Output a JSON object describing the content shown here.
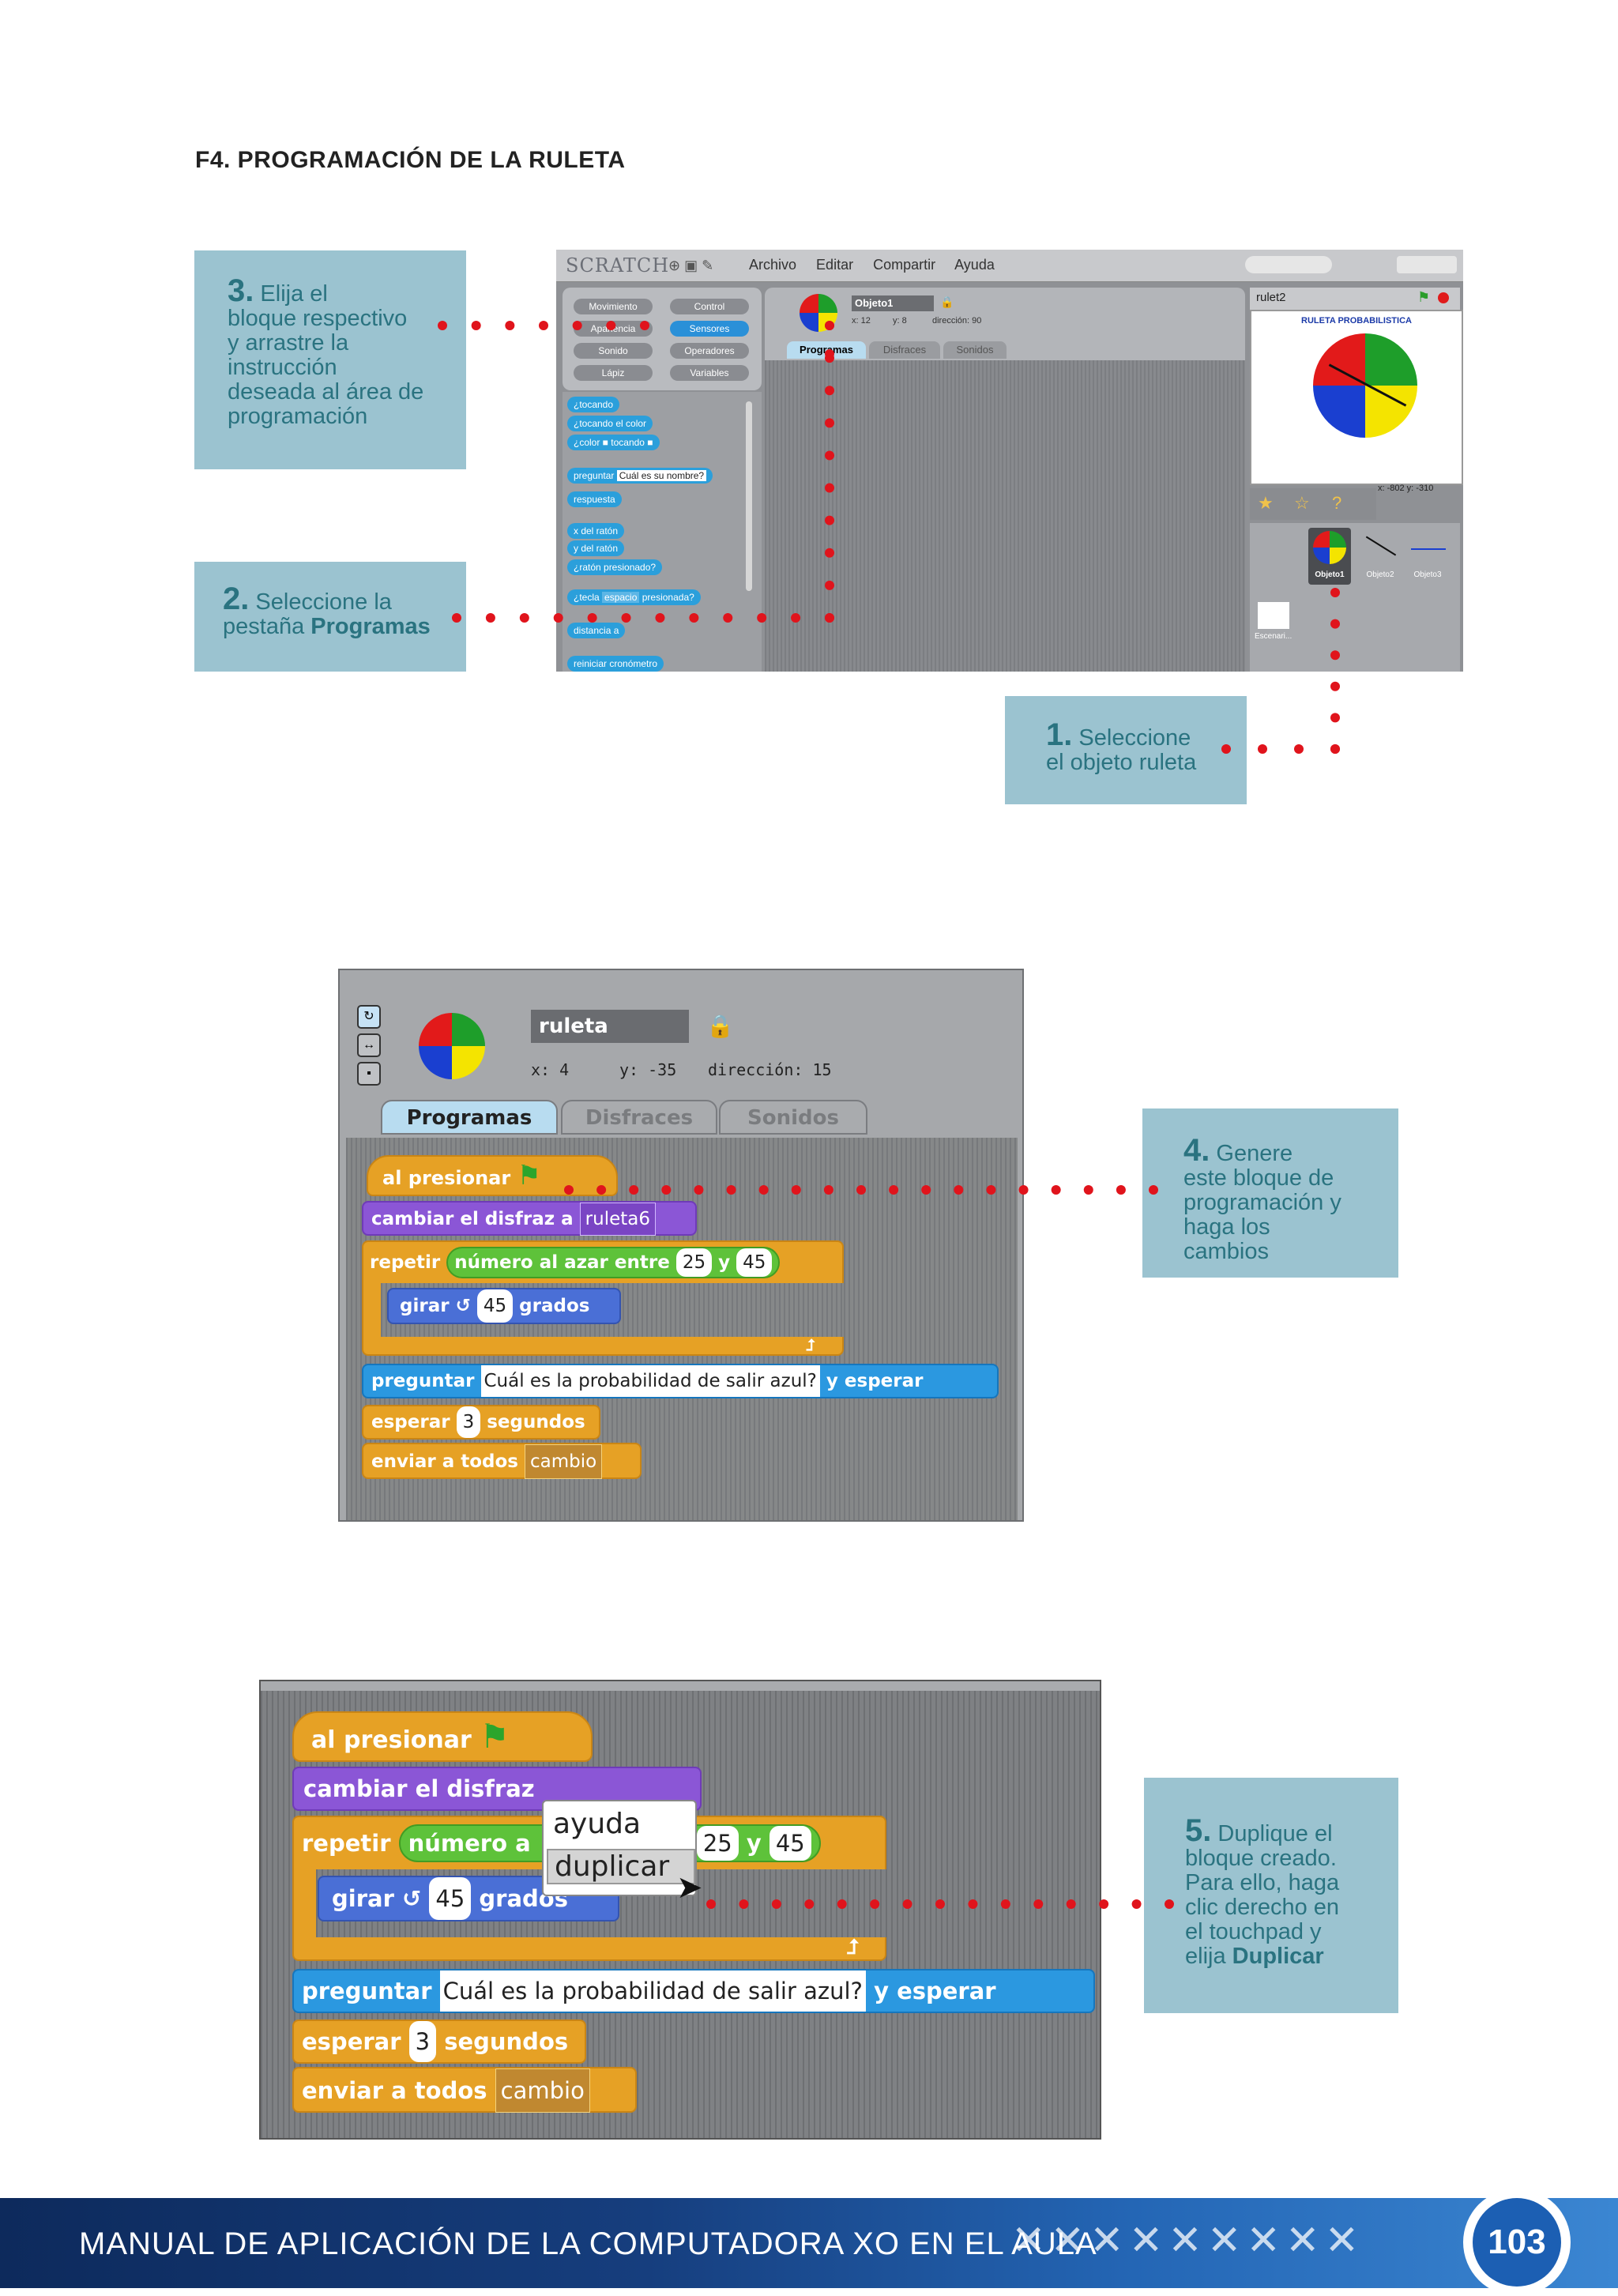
{
  "section_title": "F4. PROGRAMACIÓN DE LA RULETA",
  "callouts": {
    "c3": {
      "num": "3.",
      "text1": " Elija el",
      "text2": "bloque respectivo",
      "text3": "y arrastre la",
      "text4": "instrucción",
      "text5": "deseada al área de",
      "text6": "programación"
    },
    "c2": {
      "num": "2.",
      "text1": " Seleccione la",
      "text2": "pestaña ",
      "bold": "Programas"
    },
    "c1": {
      "num": "1.",
      "text1": " Seleccione",
      "text2": "el objeto ruleta"
    },
    "c4": {
      "num": "4.",
      "text1": " Genere",
      "text2": "este bloque de",
      "text3": "programación y",
      "text4": "haga los cambios"
    },
    "c5": {
      "num": "5.",
      "text1": " Duplique el",
      "text2": "bloque creado.",
      "text3": "Para ello, haga",
      "text4": "clic derecho en",
      "text5": "el touchpad y",
      "text6": "elija ",
      "bold": "Duplicar"
    }
  },
  "shot1": {
    "logo": "SCRATCH",
    "menus": [
      "Archivo",
      "Editar",
      "Compartir",
      "Ayuda"
    ],
    "categories": [
      "Movimiento",
      "Control",
      "Apariencia",
      "Sensores",
      "Sonido",
      "Operadores",
      "Lápiz",
      "Variables"
    ],
    "palette_blocks": [
      "¿tocando",
      "¿tocando el color",
      "¿color",
      "tocando",
      "preguntar",
      "Cuál es su nombre?",
      "respuesta",
      "x del ratón",
      "y del ratón",
      "¿ratón presionado?",
      "¿tecla",
      "espacio",
      "presionada?",
      "distancia a",
      "reiniciar cronómetro"
    ],
    "sprite_name": "Objeto1",
    "coords": {
      "x": "x: 12",
      "y": "y: 8",
      "dir": "dirección: 90"
    },
    "tabs": [
      "Programas",
      "Disfraces",
      "Sonidos"
    ],
    "stage_name": "rulet2",
    "stage_title": "RULETA PROBABILISTICA",
    "stage_coords": "x: -802   y: -310",
    "sprites": [
      "Objeto1",
      "Objeto2",
      "Objeto3"
    ],
    "stage_label": "Escenari..."
  },
  "shot2": {
    "sprite_name": "ruleta",
    "coords": {
      "x": "x: 4",
      "y": "y: -35",
      "dir": "dirección: 15"
    },
    "tabs": [
      "Programas",
      "Disfraces",
      "Sonidos"
    ],
    "blocks": {
      "hat": "al presionar",
      "costume": "cambiar el disfraz a",
      "costume_val": "ruleta6",
      "repeat": "repetir",
      "random": "número al azar entre",
      "r1": "25",
      "y": "y",
      "r2": "45",
      "turn": "girar",
      "turn_val": "45",
      "degrees": "grados",
      "ask": "preguntar",
      "ask_text": "Cuál es la probabilidad de salir azul?",
      "ask_wait": "y esperar",
      "wait": "esperar",
      "wait_val": "3",
      "seconds": "segundos",
      "broadcast": "enviar a todos",
      "broadcast_val": "cambio"
    }
  },
  "shot3": {
    "blocks": {
      "hat": "al presionar",
      "costume": "cambiar el disfraz",
      "repeat": "repetir",
      "random": "número a",
      "r1": "25",
      "y": "y",
      "r2": "45",
      "turn": "girar",
      "turn_val": "45",
      "degrees": "grados",
      "ask": "preguntar",
      "ask_text": "Cuál es la probabilidad de salir azul?",
      "ask_wait": "y esperar",
      "wait": "esperar",
      "wait_val": "3",
      "seconds": "segundos",
      "broadcast": "enviar a todos",
      "broadcast_val": "cambio"
    },
    "menu": [
      "ayuda",
      "duplicar"
    ]
  },
  "footer": {
    "text": "MANUAL DE APLICACIÓN DE LA COMPUTADORA XO EN EL AULA",
    "page": "103"
  },
  "colors": {
    "callout_bg": "#9bc3d0",
    "callout_text": "#2a7380",
    "dots": "#e0141c",
    "footer": "#163e7e"
  }
}
